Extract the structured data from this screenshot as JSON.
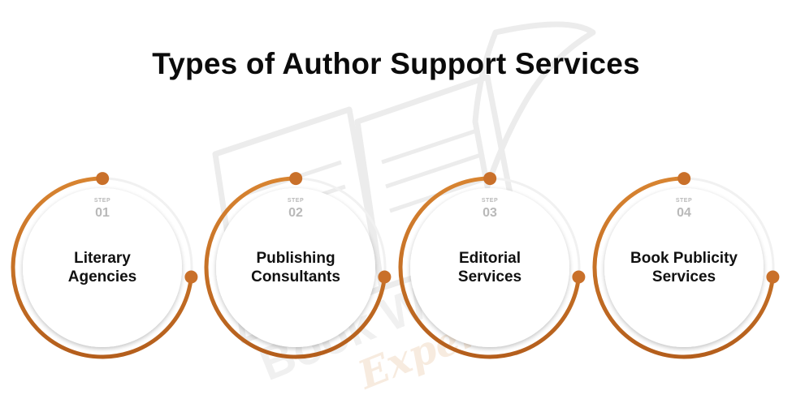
{
  "title": "Types of Author Support Services",
  "watermark": {
    "brand": "Book Writing",
    "sub": "Experts"
  },
  "colors": {
    "accent": "#d47b2c",
    "accent_dark": "#b9601b",
    "text": "#111111",
    "step": "#b9b9b9"
  },
  "steps": [
    {
      "word": "STEP",
      "number": "01",
      "line1": "Literary",
      "line2": "Agencies"
    },
    {
      "word": "STEP",
      "number": "02",
      "line1": "Publishing",
      "line2": "Consultants"
    },
    {
      "word": "STEP",
      "number": "03",
      "line1": "Editorial",
      "line2": "Services"
    },
    {
      "word": "STEP",
      "number": "04",
      "line1": "Book Publicity",
      "line2": "Services"
    }
  ]
}
